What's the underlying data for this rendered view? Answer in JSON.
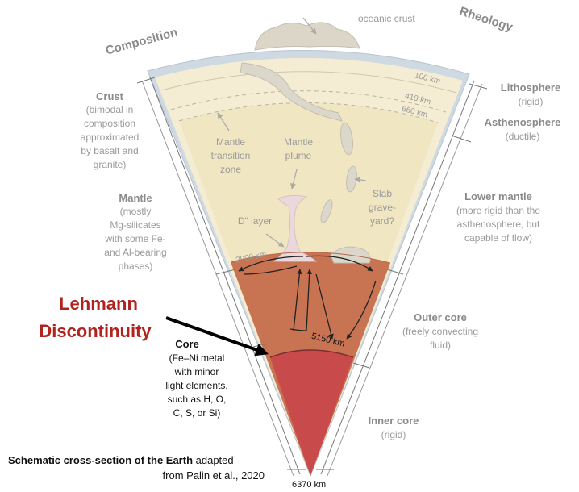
{
  "headings": {
    "composition": "Composition",
    "rheology": "Rheology"
  },
  "top": {
    "oceanic_crust": "oceanic crust"
  },
  "depths": {
    "d100": "100 km",
    "d410": "410 km",
    "d660": "660 km",
    "d2900": "2900 km",
    "d5150": "5150 km",
    "d6370": "6370 km"
  },
  "left": {
    "crust_title": "Crust",
    "crust_lines": [
      "(bimodal in",
      "composition",
      "approximated",
      "by basalt and",
      "granite)"
    ],
    "mantle_title": "Mantle",
    "mantle_lines": [
      "(mostly",
      "Mg-silicates",
      "with some Fe-",
      "and Al-bearing",
      "phases)"
    ],
    "core_title": "Core",
    "core_lines": [
      "(Fe–Ni metal",
      "with minor",
      "light elements,",
      "such as H, O,",
      "C, S, or Si)"
    ]
  },
  "inner": {
    "transition_lines": [
      "Mantle",
      "transition",
      "zone"
    ],
    "plume_lines": [
      "Mantle",
      "plume"
    ],
    "slab_lines": [
      "Slab",
      "grave-",
      "yard?"
    ],
    "dlayer": "D\" layer"
  },
  "right": {
    "litho_title": "Lithosphere",
    "litho_sub": "(rigid)",
    "astheno_title": "Asthenosphere",
    "astheno_sub": "(ductile)",
    "lower_title": "Lower mantle",
    "lower_lines": [
      "(more rigid than the",
      "asthenosphere, but",
      "capable of flow)"
    ],
    "outer_title": "Outer core",
    "outer_lines": [
      "(freely convecting",
      "fluid)"
    ],
    "inner_title": "Inner core",
    "inner_sub": "(rigid)"
  },
  "callout": {
    "line1": "Lehmann",
    "line2": "Discontinuity"
  },
  "caption": {
    "bold": "Schematic cross-section of the Earth",
    "rest1": " adapted",
    "line2": "from Palin et al., 2020"
  },
  "colors": {
    "crust_blue": "#cfd9e2",
    "upper_mantle": "#f3ecd0",
    "lower_mantle": "#f0e4bd",
    "outer_core": "#c97350",
    "inner_core": "#c8494a",
    "callout_red": "#b0231f"
  }
}
